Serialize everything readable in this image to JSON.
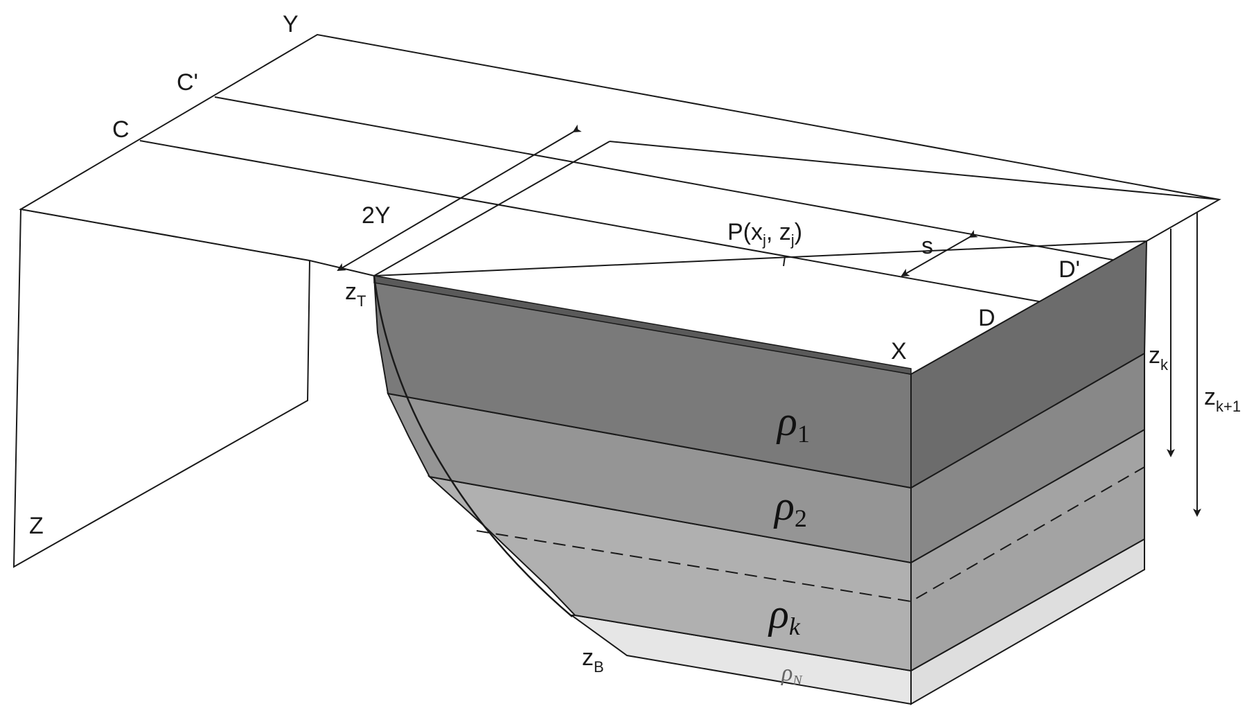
{
  "axes": {
    "y": "Y",
    "x": "X",
    "z": "Z"
  },
  "profiles": {
    "c": "C",
    "c_prime": "C'",
    "d": "D",
    "d_prime": "D'"
  },
  "dimensions": {
    "width_2y": "2Y",
    "spacing_s": "s"
  },
  "point": {
    "main": "P(x",
    "sub1": "j",
    "mid": ", z",
    "sub2": "j",
    "close": ")"
  },
  "depths": {
    "top": {
      "main": "z",
      "sub": "T"
    },
    "bottom": {
      "main": "z",
      "sub": "B"
    },
    "k": {
      "main": "z",
      "sub": "k"
    },
    "k1": {
      "main": "z",
      "sub": "k+1"
    }
  },
  "densities": {
    "rho1": {
      "symbol": "ρ",
      "sub": "1"
    },
    "rho2": {
      "symbol": "ρ",
      "sub": "2"
    },
    "rhok": {
      "symbol": "ρ",
      "sub": "k"
    },
    "rhoN": {
      "symbol": "ρ",
      "sub": "N"
    }
  },
  "colors": {
    "layer1": "#7a7a7a",
    "layer1_side": "#6c6c6c",
    "layer2": "#959595",
    "layer2_side": "#888888",
    "layerk": "#b0b0b0",
    "layerk_side": "#a3a3a3",
    "layerN": "#e6e6e6",
    "layerN_side": "#dedede",
    "top_strip": "#5a5a5a"
  }
}
